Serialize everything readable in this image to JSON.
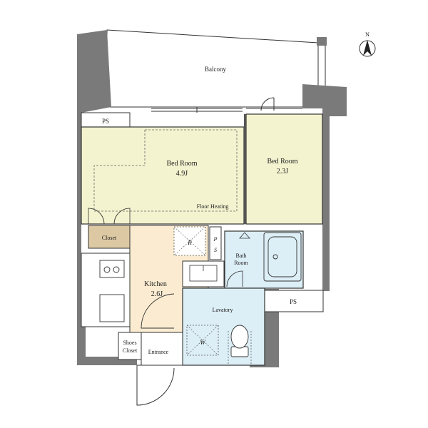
{
  "labels": {
    "balcony": "Balcony",
    "bedroom1_name": "Bed Room",
    "bedroom1_size": "4.9J",
    "bedroom2_name": "Bed Room",
    "bedroom2_size": "2.3J",
    "floor_heating": "Floor Heating",
    "ps_top": "PS",
    "closet": "Closet",
    "kitchen_name": "Kitchen",
    "kitchen_size": "2.6J",
    "refrigerator": "R",
    "ps_vertical_p": "P",
    "ps_vertical_s": "S",
    "bath_line1": "Bath",
    "bath_line2": "Room",
    "ps_right": "PS",
    "lavatory": "Lavatory",
    "washer": "W",
    "shoes_line1": "Shoes",
    "shoes_line2": "Closet",
    "entrance": "Entrance",
    "north": "N"
  },
  "colors": {
    "wall": "#7a7a7a",
    "bedroom": "#f3f3cf",
    "kitchen": "#fbecd1",
    "closet": "#dcc9a3",
    "wet": "#dceef6",
    "line": "#333333"
  },
  "icons": [
    "north-arrow-icon",
    "stove-icon",
    "sink-icon",
    "bathtub-icon",
    "toilet-icon",
    "door-swing-icon"
  ]
}
